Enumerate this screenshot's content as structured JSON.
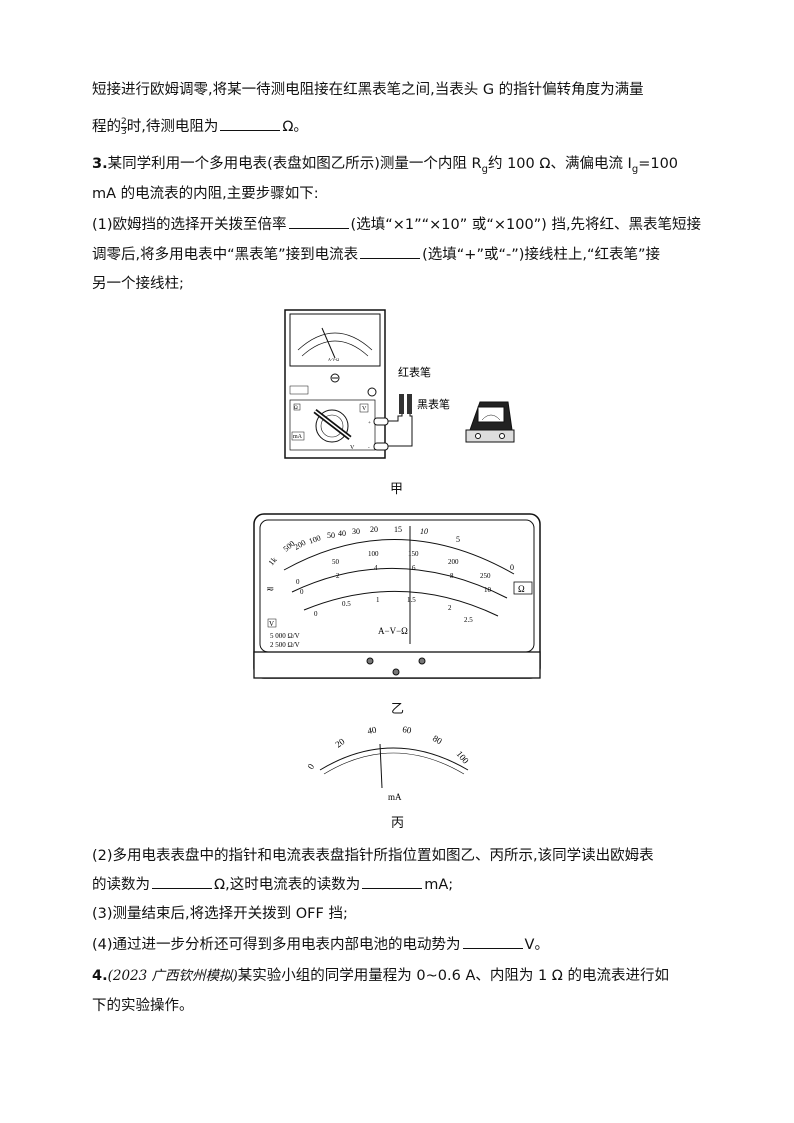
{
  "p0": {
    "line1": "短接进行欧姆调零,将某一待测电阻接在红黑表笔之间,当表头 G 的指针偏转角度为满量",
    "line2_a": "程的",
    "frac_num": "2",
    "frac_den": "3",
    "line2_b": "时,待测电阻为",
    "line2_c": "Ω。"
  },
  "q3": {
    "num": "3.",
    "line1": "某同学利用一个多用电表(表盘如图乙所示)测量一个内阻 R",
    "line1_sub": "g",
    "line1_b": "约 100 Ω、满偏电流 I",
    "line1_sub2": "g",
    "line1_c": "=100",
    "line2": "mA 的电流表的内阻,主要步骤如下:",
    "s1_a": "(1)欧姆挡的选择开关拨至倍率",
    "s1_b": "(选填“×1”“×10” 或“×100”) 挡,先将红、黑表笔短接",
    "s1_c": "调零后,将多用电表中“黑表笔”接到电流表",
    "s1_d": "(选填“+”或“-”)接线柱上,“红表笔”接",
    "s1_e": "另一个接线柱;",
    "s2_a": "(2)多用电表表盘中的指针和电流表表盘指针所指位置如图乙、丙所示,该同学读出欧姆表",
    "s2_b": "的读数为",
    "s2_c": "Ω,这时电流表的读数为",
    "s2_d": "mA;",
    "s3": "(3)测量结束后,将选择开关拨到 OFF 挡;",
    "s4_a": "(4)通过进一步分析还可得到多用电表内部电池的电动势为",
    "s4_b": "V。"
  },
  "q4": {
    "num": "4.",
    "src": "(2023 广西钦州模拟)",
    "line1": "某实验小组的同学用量程为 0~0.6 A、内阻为 1 Ω 的电流表进行如",
    "line2": "下的实验操作。"
  },
  "fig_jia": {
    "caption": "甲",
    "red_probe": "红表笔",
    "black_probe": "黑表笔",
    "omega_label": "Ω",
    "ma_label": "mA",
    "v_label": "V",
    "v_label2": "V"
  },
  "fig_yi": {
    "caption": "乙",
    "ohm_ticks": [
      "1k",
      "500",
      "200",
      "100",
      "50",
      "40",
      "30",
      "20",
      "15",
      "10",
      "5",
      "0"
    ],
    "dc_ticks_250": [
      "0",
      "50",
      "100",
      "150",
      "200",
      "250"
    ],
    "dc_ticks_10": [
      "0",
      "2",
      "4",
      "6",
      "8",
      "10"
    ],
    "ac_ticks": [
      "0",
      "0.5",
      "1",
      "1.5",
      "2",
      "2.5"
    ],
    "unit_ohm": "Ω",
    "unit_av": "A−V−Ω",
    "spec1": "5 000 Ω/V",
    "spec2": "2 500 Ω/V",
    "sym_ac": "≂",
    "sym_v": "V"
  },
  "fig_bing": {
    "caption": "丙",
    "ticks": [
      "0",
      "20",
      "40",
      "60",
      "80",
      "100"
    ],
    "unit": "mA"
  }
}
